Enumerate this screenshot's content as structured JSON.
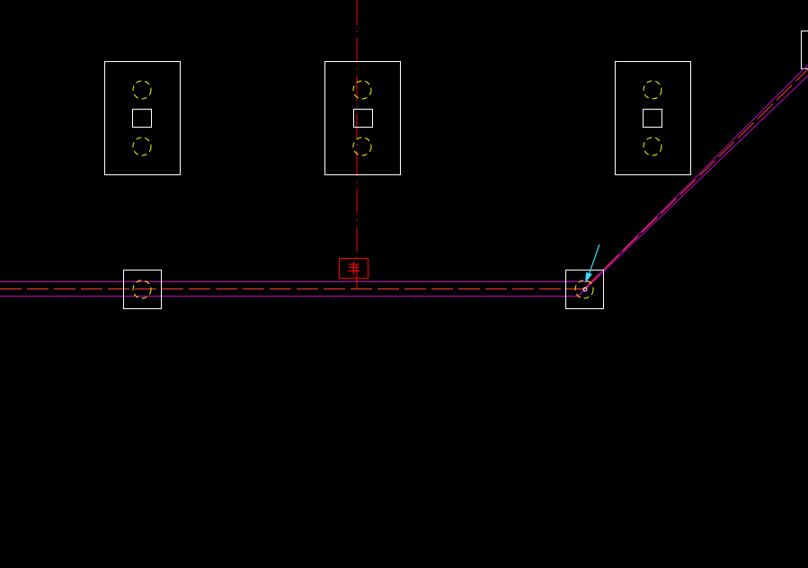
{
  "canvas": {
    "background": "#000000"
  },
  "colors": {
    "outline": "#ffffff",
    "pipe_outer": "#c800c8",
    "pipe_center": "#ff3c3c",
    "axis": "#ff0000",
    "hole": "#ffff00",
    "leader": "#3cdcff"
  },
  "label": {
    "symbol_text": "丰"
  },
  "elements": {
    "blocks_with_holes": 3,
    "pipe_supports": 2
  }
}
